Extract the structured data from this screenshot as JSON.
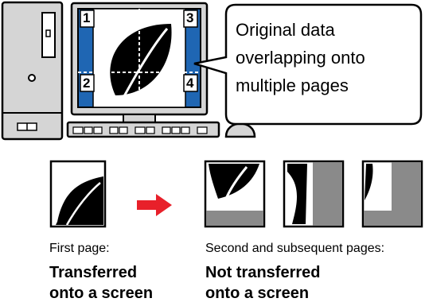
{
  "callout": {
    "line1": "Original data",
    "line2": "overlapping onto",
    "line3": "multiple pages"
  },
  "page_numbers": [
    "1",
    "2",
    "3",
    "4"
  ],
  "first_page": {
    "caption": "First page:",
    "result_line1": "Transferred",
    "result_line2": "onto a screen"
  },
  "subsequent_pages": {
    "caption": "Second and subsequent pages:",
    "result_line1": "Not transferred",
    "result_line2": "onto a screen"
  },
  "colors": {
    "screen_blue": "#1f66b3",
    "arrow_red": "#e8202a",
    "gray_fill": "#8a8a8a",
    "monitor_gray": "#d5d5d5"
  }
}
